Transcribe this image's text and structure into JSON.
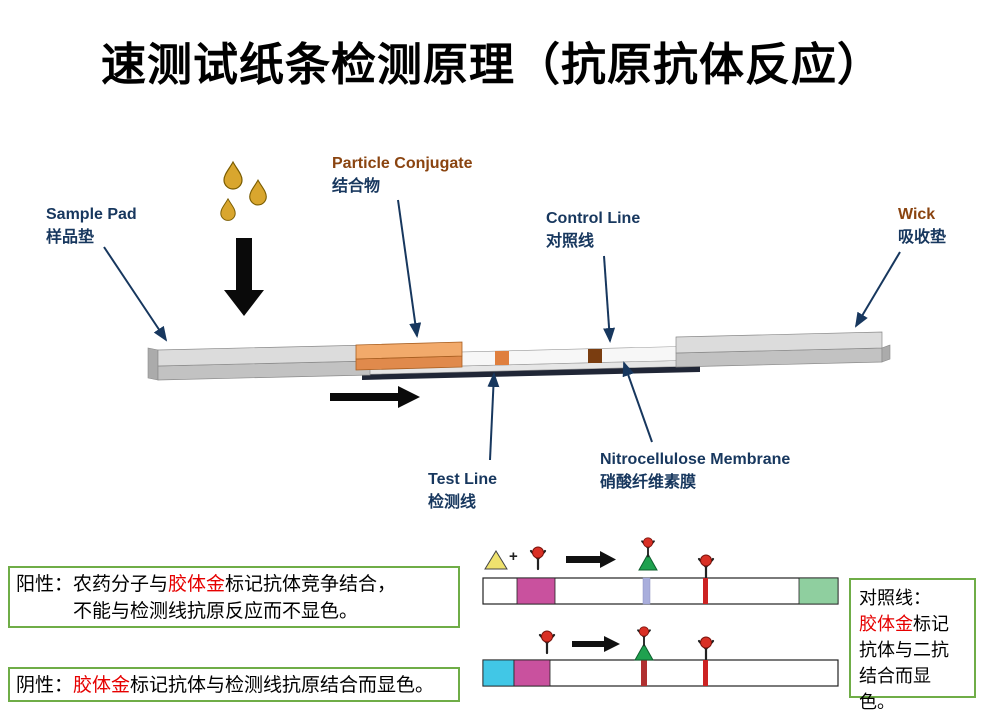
{
  "title": "速测试纸条检测原理（抗原抗体反应）",
  "diagram": {
    "sample_pad": {
      "en": "Sample Pad",
      "zh": "样品垫"
    },
    "particle_conjugate": {
      "en": "Particle Conjugate",
      "zh": "结合物"
    },
    "control_line": {
      "en": "Control Line",
      "zh": "对照线"
    },
    "wick": {
      "en": "Wick",
      "zh": "吸收垫"
    },
    "test_line": {
      "en": "Test Line",
      "zh": "检测线"
    },
    "membrane": {
      "en": "Nitrocellulose Membrane",
      "zh": "硝酸纤维素膜"
    }
  },
  "notes": {
    "plus": "+",
    "positive": {
      "p1": "阳性：农药分子与",
      "hl": "胶体金",
      "p2": "标记抗体竞争结合，",
      "line2": "不能与检测线抗原反应而不显色。"
    },
    "negative": {
      "p1": "阴性：",
      "hl": "胶体金",
      "p2": "标记抗体与检测线抗原结合而显色。"
    },
    "control": {
      "l1": "对照线：",
      "hl": "胶体金",
      "p2": "标记",
      "l3": "抗体与二抗",
      "l4": "结合而显色。"
    }
  },
  "colors": {
    "label_blue": "#17375E",
    "label_brown": "#8A4410",
    "highlight_red": "#E60000",
    "box_border_green": "#6FAD47",
    "conjugate_orange": "#E89050",
    "test_line_orange": "#DF7F3E",
    "control_line_brown": "#7A3D10",
    "droplet_gold": "#D9A62E",
    "mini_magenta": "#C9519E",
    "mini_cyan": "#41C7E6",
    "mini_green": "#8FCF9F"
  }
}
